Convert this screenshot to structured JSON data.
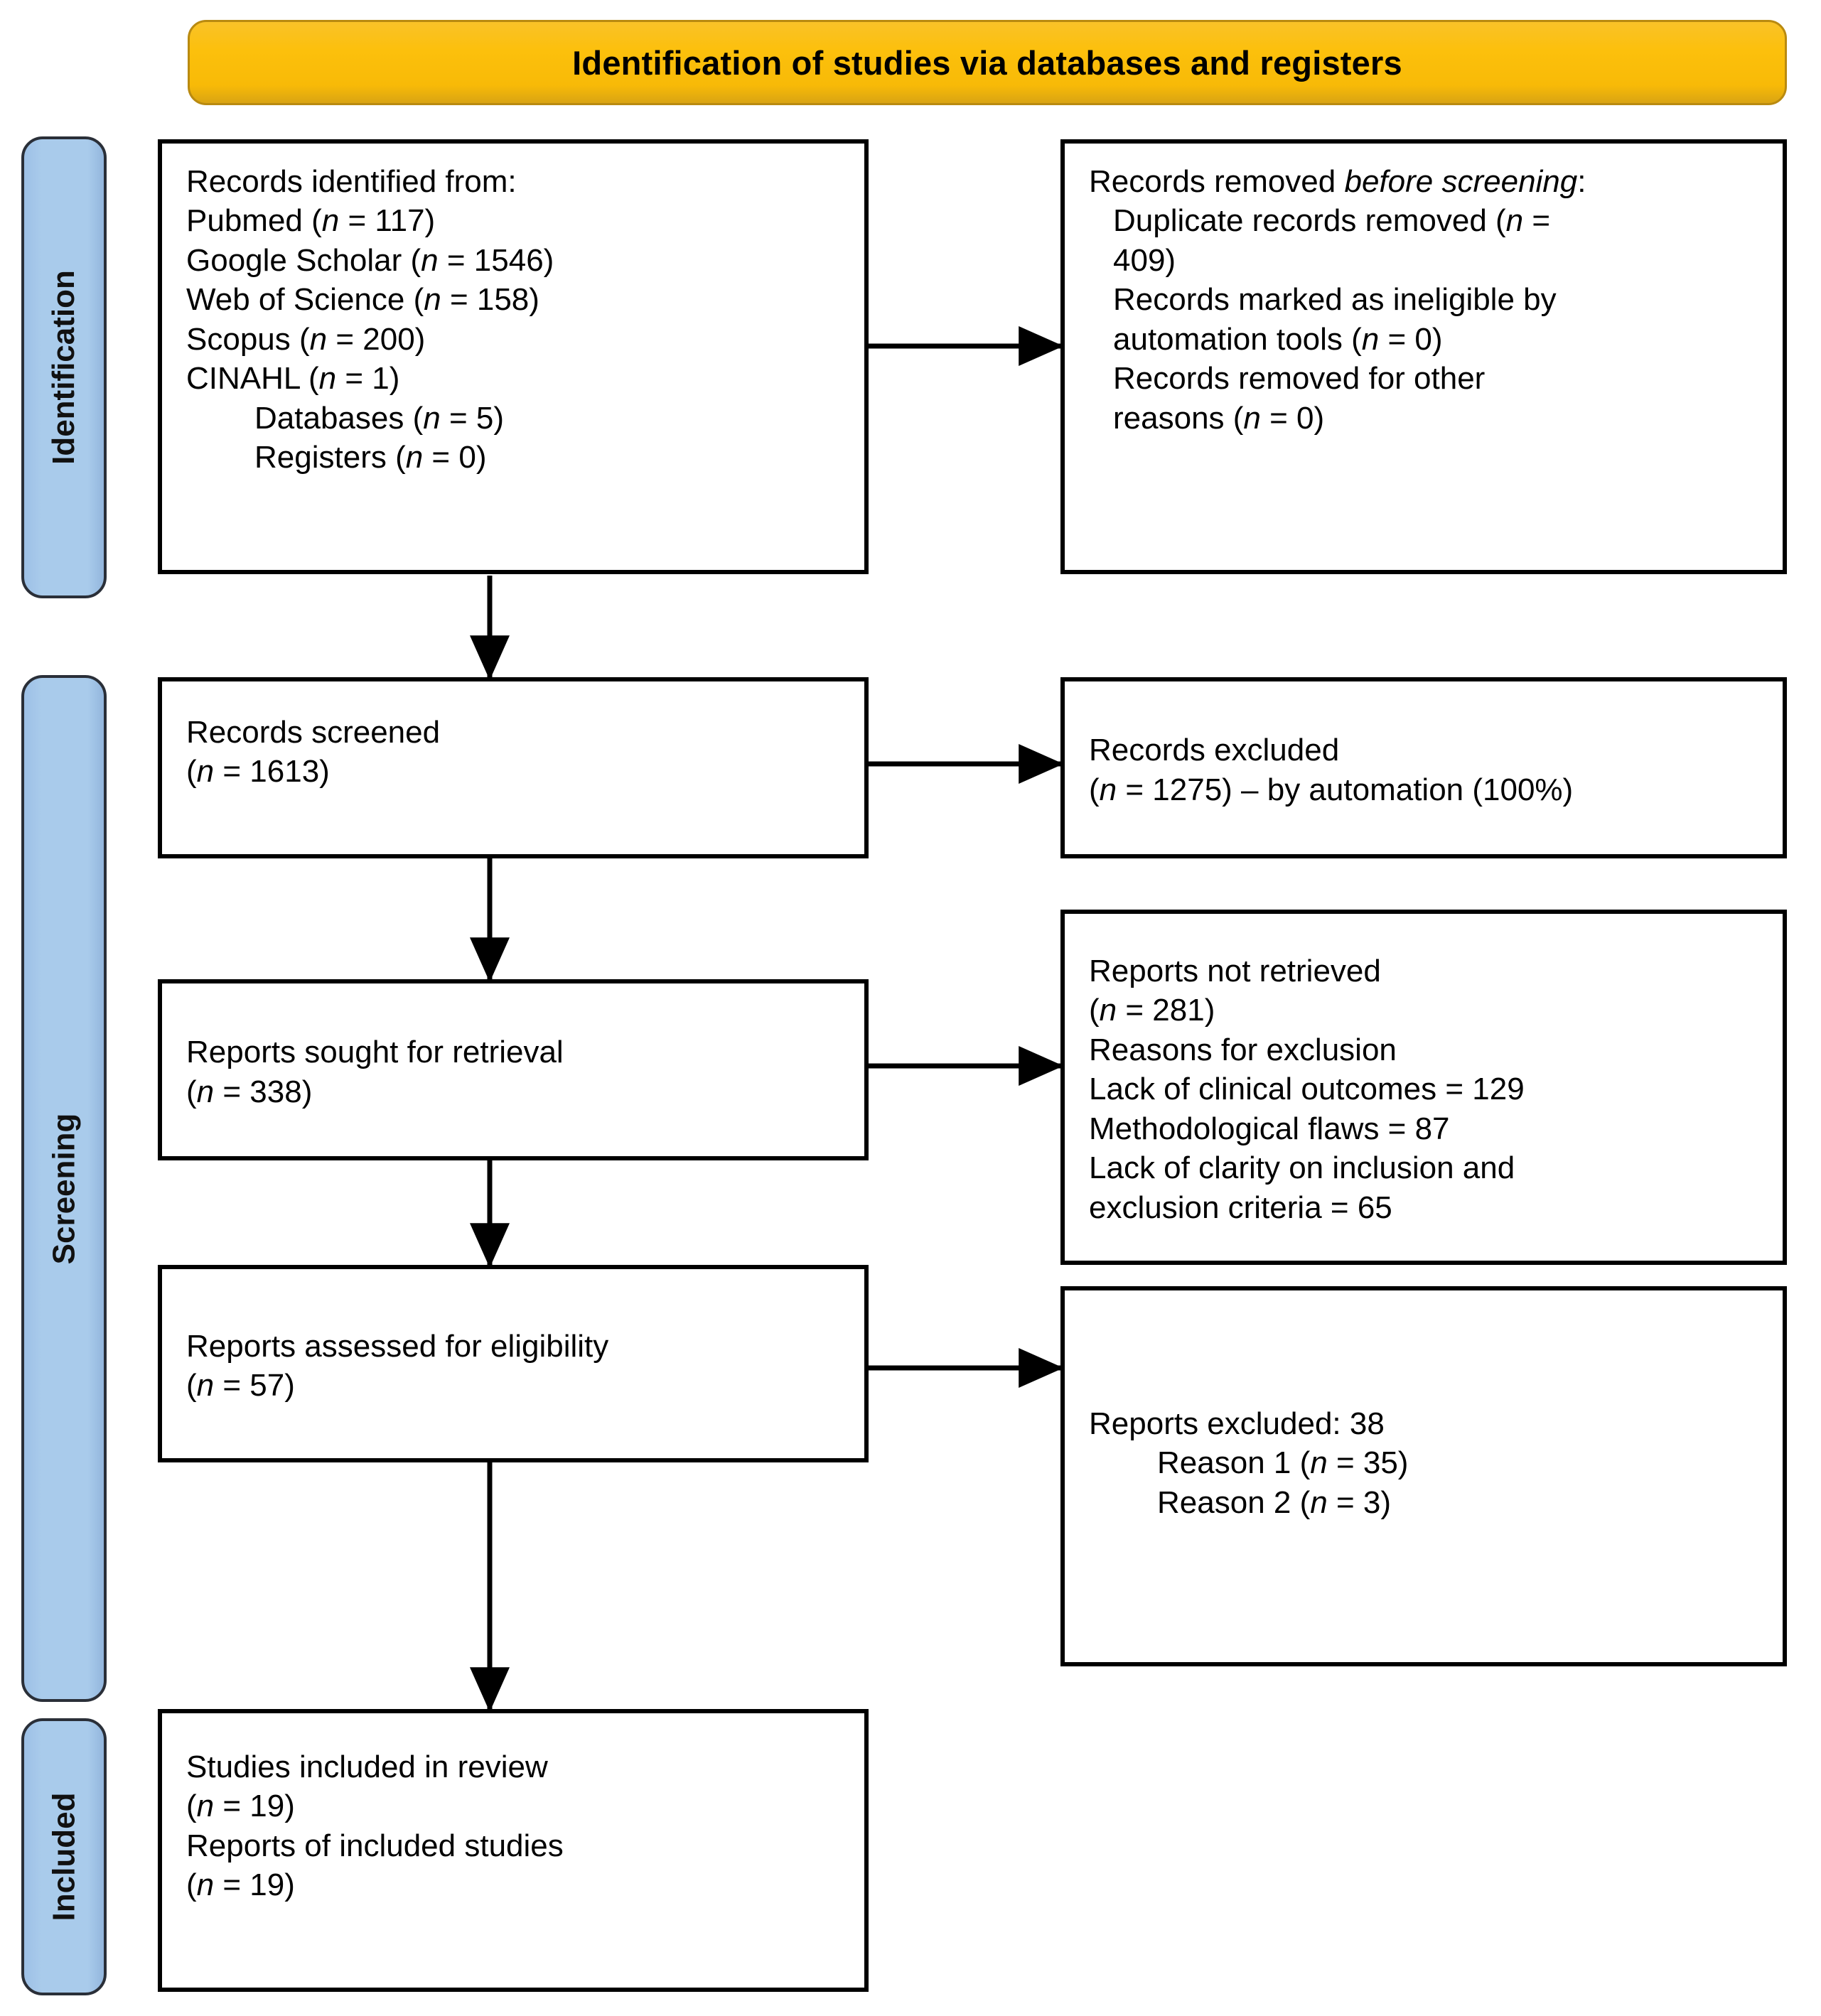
{
  "header": {
    "title": "Identification of studies via databases and registers",
    "background_color": "#FCC00C",
    "text_color": "#000000"
  },
  "stages": [
    {
      "label": "Identification",
      "color": "#A9CBEB"
    },
    {
      "label": "Screening",
      "color": "#A9CBEB"
    },
    {
      "label": "Included",
      "color": "#A9CBEB"
    }
  ],
  "boxes": {
    "records_identified": {
      "name": "Records identified from",
      "lines": [
        {
          "text": "Records identified from:",
          "indent": 0
        },
        {
          "text": "Pubmed (n = 117)",
          "indent": 0
        },
        {
          "text": "Google Scholar (n = 1546)",
          "indent": 0
        },
        {
          "text": "Web of Science (n = 158)",
          "indent": 0
        },
        {
          "text": "Scopus (n = 200)",
          "indent": 0
        },
        {
          "text": "CINAHL (n = 1)",
          "indent": 0
        },
        {
          "text": "Databases (n = 5)",
          "indent": 2
        },
        {
          "text": "Registers (n = 0)",
          "indent": 2
        }
      ]
    },
    "records_removed": {
      "name": "Records removed before screening",
      "lines": [
        {
          "text": "Records removed before screening:",
          "indent": 0
        },
        {
          "text": "Duplicate records removed (n =",
          "indent": 1
        },
        {
          "text": "409)",
          "indent": 1
        },
        {
          "text": "Records marked as ineligible by",
          "indent": 1
        },
        {
          "text": "automation tools (n = 0)",
          "indent": 1
        },
        {
          "text": "Records removed for other",
          "indent": 1
        },
        {
          "text": "reasons (n = 0)",
          "indent": 1
        }
      ]
    },
    "records_screened": {
      "name": "Records screened",
      "lines": [
        {
          "text": "Records screened",
          "indent": 0
        },
        {
          "text": "(n = 1613)",
          "indent": 0
        }
      ]
    },
    "records_excluded": {
      "name": "Records excluded",
      "lines": [
        {
          "text": "Records excluded",
          "indent": 0
        },
        {
          "text": "(n = 1275) – by automation (100%)",
          "indent": 0
        }
      ]
    },
    "reports_sought": {
      "name": "Reports sought for retrieval",
      "lines": [
        {
          "text": "Reports sought for retrieval",
          "indent": 0
        },
        {
          "text": "(n = 338)",
          "indent": 0
        }
      ]
    },
    "reports_not_retrieved": {
      "name": "Reports not retrieved",
      "lines": [
        {
          "text": "Reports not retrieved",
          "indent": 0
        },
        {
          "text": "(n = 281)",
          "indent": 0
        },
        {
          "text": "Reasons for exclusion",
          "indent": 0
        },
        {
          "text": "Lack of clinical outcomes = 129",
          "indent": 0
        },
        {
          "text": "Methodological flaws = 87",
          "indent": 0
        },
        {
          "text": "Lack of clarity on inclusion and",
          "indent": 0
        },
        {
          "text": "exclusion criteria = 65",
          "indent": 0
        }
      ]
    },
    "reports_assessed": {
      "name": "Reports assessed for eligibility",
      "lines": [
        {
          "text": "Reports assessed for eligibility",
          "indent": 0
        },
        {
          "text": "(n = 57)",
          "indent": 0
        }
      ]
    },
    "reports_excluded": {
      "name": "Reports excluded",
      "lines": [
        {
          "text": "Reports excluded: 38",
          "indent": 0
        },
        {
          "text": "Reason 1 (n = 35)",
          "indent": 2
        },
        {
          "text": "Reason 2 (n = 3)",
          "indent": 2
        }
      ]
    },
    "studies_included": {
      "name": "Studies included in review",
      "lines": [
        {
          "text": "Studies included in review",
          "indent": 0
        },
        {
          "text": "(n = 19)",
          "indent": 0
        },
        {
          "text": "Reports of included studies",
          "indent": 0
        },
        {
          "text": "(n = 19)",
          "indent": 0
        }
      ]
    }
  },
  "connector_color": "#000000"
}
